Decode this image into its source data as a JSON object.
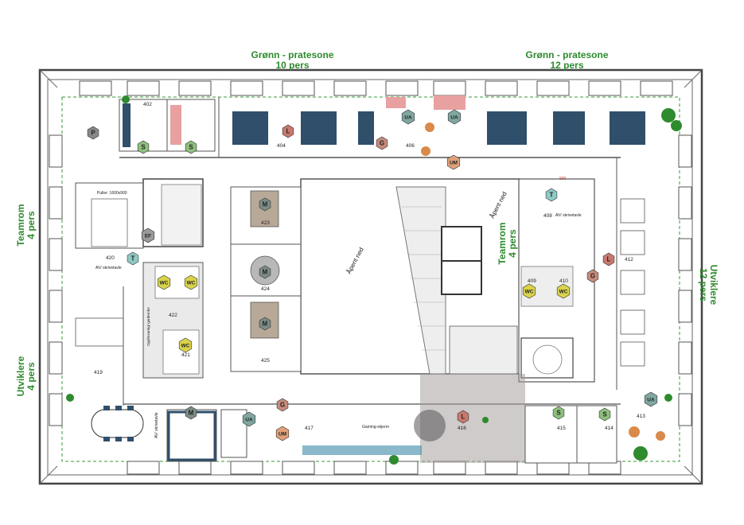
{
  "zones": {
    "top_left": {
      "line1": "Grønn - pratesone",
      "line2": "10 pers"
    },
    "top_right": {
      "line1": "Grønn - pratesone",
      "line2": "12 pers"
    },
    "left_top": {
      "line1": "Teamrom",
      "line2": "4 pers"
    },
    "left_bottom": {
      "line1": "Utviklere",
      "line2": "4 pers"
    },
    "center_right": {
      "line1": "Teamrom",
      "line2": "4 pers"
    },
    "right": {
      "line1": "Utviklere",
      "line2": "12 pers"
    }
  },
  "rooms": [
    "402",
    "404",
    "406",
    "408",
    "409",
    "410",
    "412",
    "413",
    "414",
    "415",
    "416",
    "417",
    "419",
    "420",
    "421",
    "422",
    "423",
    "424",
    "425"
  ],
  "notes": {
    "open_down_1": "Åpent ned",
    "open_down_2": "Åpent ned",
    "puller": "Puller: 1600x900",
    "av_wall_1": "AV/ skrivetavle",
    "av_wall_2": "AV/ skrivetavle",
    "av_wall_3": "AV/ skrivetavle",
    "gaming": "Gaming-skjerm",
    "storage": "Oppbevaring/ garderobe",
    "dim_900": "900"
  },
  "badges": {
    "S": "S",
    "M": "M",
    "L": "L",
    "G": "G",
    "T": "T",
    "UA": "UA",
    "UM": "UM",
    "WC": "WC",
    "EF": "EF",
    "P": "P"
  },
  "colors": {
    "badge_S": "#8ec07c",
    "badge_M": "#7d8c86",
    "badge_L": "#c8796f",
    "badge_G": "#c68a7a",
    "badge_T": "#8fc9c4",
    "badge_UA": "#7fa7a0",
    "badge_UM": "#e0a07a",
    "badge_WC": "#d9d24a",
    "badge_EF": "#9a9a9a",
    "zone_text": "#2e8b2e",
    "desk": "#2f4f6b",
    "plant": "#2e8b2e"
  }
}
